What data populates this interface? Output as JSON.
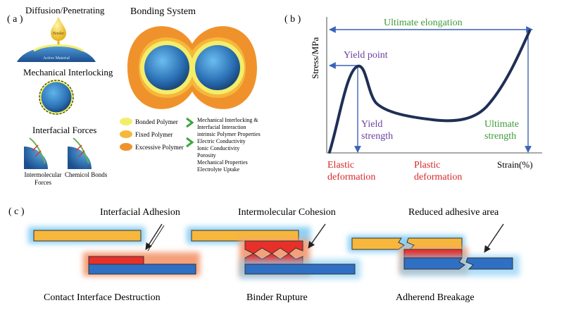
{
  "panel_a": {
    "label": "( a )",
    "diffusion_title": "Diffusion/Penetrating",
    "binder_label": "Binder",
    "active_material_label": "Active Material",
    "interlocking_title": "Mechanical Interlocking",
    "interfacial_title": "Interfacial Forces",
    "intermolecular_label": "Intermolecular Forces",
    "chemical_label": "Chemicol Bonds",
    "bonding_title": "Bonding System",
    "legend": [
      {
        "label": "Bonded Polymer",
        "color": "#f3ee6a"
      },
      {
        "label": "Fixed Polymer",
        "color": "#f6b73c"
      },
      {
        "label": "Excessive Polymer",
        "color": "#f0922b"
      }
    ],
    "properties": [
      "Mechanical Interlocking &",
      "Interfacial Interaction",
      "intrinsic Polymer Properties",
      "Electric Conductivity",
      "Ionic Conductivity",
      "Porosity",
      "Mechanical Properties",
      "Electrolyte Uptake"
    ]
  },
  "panel_b": {
    "label": "( b )",
    "ylabel": "Stress/MPa",
    "xlabel": "Strain(%)",
    "ultimate_elongation": "Ultimate elongation",
    "yield_point": "Yield point",
    "yield_strength": "Yield\nstrength",
    "ultimate_strength": "Ultimate\nstrength",
    "elastic": "Elastic\ndeformation",
    "plastic": "Plastic\ndeformation"
  },
  "panel_c": {
    "label": "( c )",
    "interfacial_adhesion": "Interfacial Adhesion",
    "intermolecular_cohesion": "Intermolecular Cohesion",
    "reduced_area": "Reduced adhesive area",
    "contact_destruction": "Contact Interface Destruction",
    "binder_rupture": "Binder Rupture",
    "adherend_breakage": "Adherend Breakage"
  },
  "colors": {
    "orange_strip": "#f6b73c",
    "red_layer": "#e8302a",
    "blue_strip": "#2f6fc4",
    "glow_blue": "#8fd0f4",
    "green_text": "#3f9a3a",
    "purple_text": "#6b3fa0",
    "red_text": "#d7282a",
    "arrow_blue": "#3b63b8",
    "curve": "#1f2f55"
  }
}
